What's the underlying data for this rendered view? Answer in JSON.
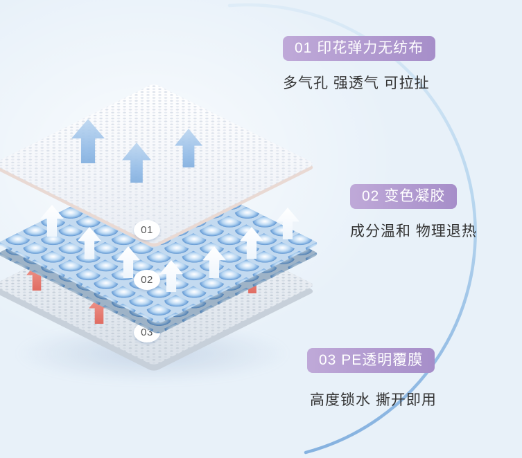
{
  "callouts": [
    {
      "pill": "01 印花弹力无纺布",
      "subtitle": "多气孔 强透气 可拉扯"
    },
    {
      "pill": "02 变色凝胶",
      "subtitle": "成分温和 物理退热"
    },
    {
      "pill": "03 PE透明覆膜",
      "subtitle": "高度锁水 撕开即用"
    }
  ],
  "layers": [
    {
      "badge": "01"
    },
    {
      "badge": "02"
    },
    {
      "badge": "03"
    }
  ],
  "colors": {
    "background": "#e8f1f9",
    "pill_gradient_start": "#bfa9d8",
    "pill_gradient_end": "#a68ec9",
    "subtitle_text": "#333333",
    "arc_top": "#dcebf7",
    "arc_bottom": "#86b2e0",
    "bead_blue": "#6b9fd6",
    "arrow_blue": "#8fb9e6",
    "arrow_white": "#ffffff",
    "arrow_red": "#e8837a"
  }
}
